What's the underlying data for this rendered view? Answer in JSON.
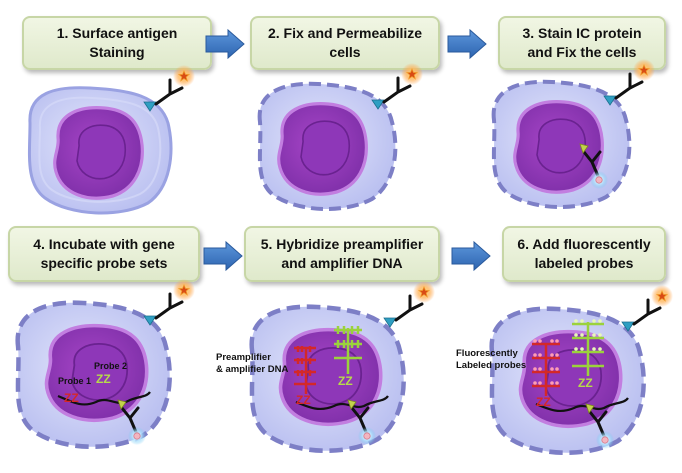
{
  "steps": [
    {
      "line1": "1. Surface antigen",
      "line2": "Staining"
    },
    {
      "line1": "2. Fix and Permeabilize",
      "line2": "cells"
    },
    {
      "line1": "3. Stain IC protein",
      "line2": "and Fix the cells"
    },
    {
      "line1": "4. Incubate with gene",
      "line2": "specific probe sets"
    },
    {
      "line1": "5. Hybridize preamplifier",
      "line2": "and amplifier DNA"
    },
    {
      "line1": "6. Add fluorescently",
      "line2": "labeled probes"
    }
  ],
  "labels": {
    "probe1": "Probe 1",
    "probe2": "Probe 2",
    "preamp_line1": "Preamplifier",
    "preamp_line2": "& amplifier DNA",
    "fluor_line1": "Fluorescently",
    "fluor_line2": "Labeled probes"
  },
  "colors": {
    "box_fill": "#e6eed5",
    "arrow": "#3b78c4",
    "cell_fill": "#c7ccf2",
    "nucleus": "#9b3fc2",
    "probe_red": "#d42828",
    "probe_green": "#9bd23c"
  },
  "icons": [
    "right-arrow-icon",
    "antibody-icon",
    "fluorophore-star-icon",
    "antigen-triangle-icon"
  ]
}
